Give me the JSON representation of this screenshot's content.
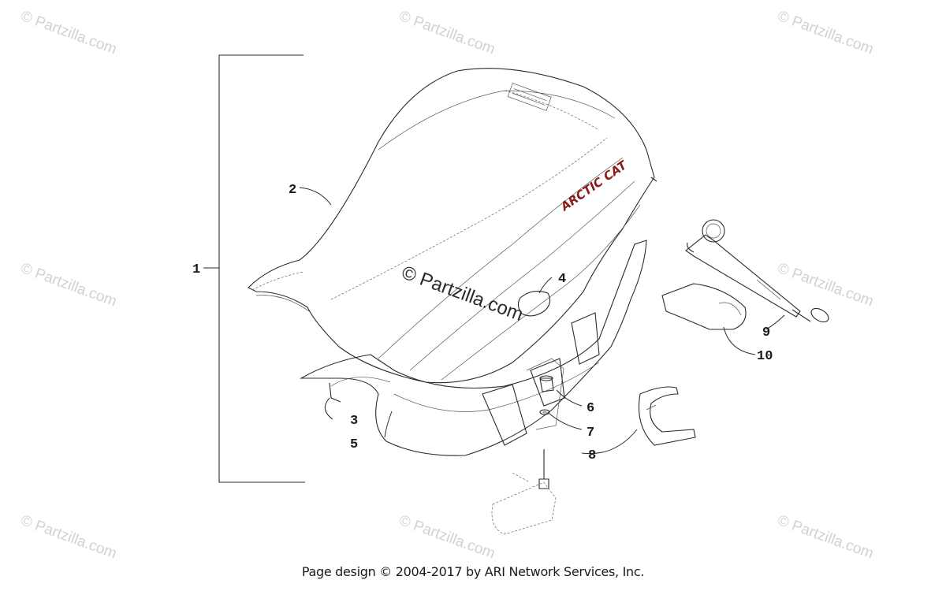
{
  "watermark": {
    "text": "© Partzilla.com"
  },
  "center_watermark": "© Partzilla.com",
  "seat_brand": "ARCTIC CAT",
  "callouts": [
    "1",
    "2",
    "3",
    "4",
    "5",
    "6",
    "7",
    "8",
    "9",
    "10"
  ],
  "footer": "Page design © 2004-2017 by ARI Network Services, Inc."
}
